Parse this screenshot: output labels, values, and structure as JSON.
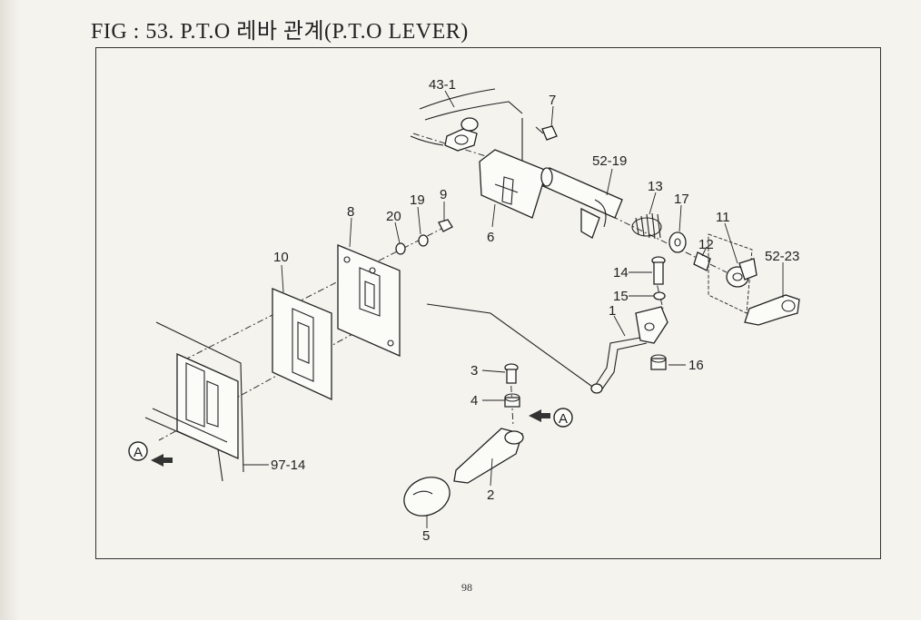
{
  "header": {
    "title": "FIG : 53. P.T.O 레바 관계(P.T.O LEVER)"
  },
  "diagram": {
    "callouts": [
      {
        "id": "43-1",
        "label": "43-1"
      },
      {
        "id": "7",
        "label": "7"
      },
      {
        "id": "52-19",
        "label": "52-19"
      },
      {
        "id": "13",
        "label": "13"
      },
      {
        "id": "17",
        "label": "17"
      },
      {
        "id": "11",
        "label": "11"
      },
      {
        "id": "12",
        "label": "12"
      },
      {
        "id": "52-23",
        "label": "52-23"
      },
      {
        "id": "6",
        "label": "6"
      },
      {
        "id": "9",
        "label": "9"
      },
      {
        "id": "19",
        "label": "19"
      },
      {
        "id": "20",
        "label": "20"
      },
      {
        "id": "8",
        "label": "8"
      },
      {
        "id": "10",
        "label": "10"
      },
      {
        "id": "14",
        "label": "14"
      },
      {
        "id": "15",
        "label": "15"
      },
      {
        "id": "1",
        "label": "1"
      },
      {
        "id": "16",
        "label": "16"
      },
      {
        "id": "3",
        "label": "3"
      },
      {
        "id": "4",
        "label": "4"
      },
      {
        "id": "2",
        "label": "2"
      },
      {
        "id": "5",
        "label": "5"
      },
      {
        "id": "97-14",
        "label": "97-14"
      }
    ],
    "reference_marks": [
      {
        "id": "A-left",
        "label": "A"
      },
      {
        "id": "A-right",
        "label": "A"
      }
    ]
  },
  "footer": {
    "page_number": "98"
  }
}
